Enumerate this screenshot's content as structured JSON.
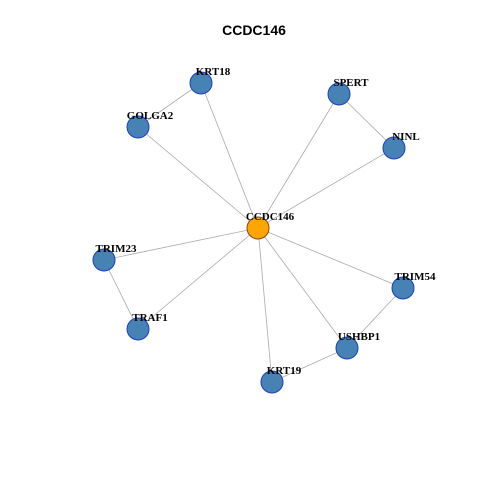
{
  "title": "CCDC146",
  "colors": {
    "hub_fill": "#FFA500",
    "hub_stroke": "#8B4513",
    "node_fill": "#4682B4",
    "node_stroke": "#1C3FBF",
    "edge": "#AAAAAA"
  },
  "nodes": [
    {
      "id": "CCDC146",
      "label": "CCDC146",
      "hub": true
    },
    {
      "id": "KRT18",
      "label": "KRT18",
      "hub": false
    },
    {
      "id": "SPERT",
      "label": "SPERT",
      "hub": false
    },
    {
      "id": "GOLGA2",
      "label": "GOLGA2",
      "hub": false
    },
    {
      "id": "NINL",
      "label": "NINL",
      "hub": false
    },
    {
      "id": "TRIM23",
      "label": "TRIM23",
      "hub": false
    },
    {
      "id": "TRIM54",
      "label": "TRIM54",
      "hub": false
    },
    {
      "id": "TRAF1",
      "label": "TRAF1",
      "hub": false
    },
    {
      "id": "USHBP1",
      "label": "USHBP1",
      "hub": false
    },
    {
      "id": "KRT19",
      "label": "KRT19",
      "hub": false
    }
  ],
  "edges": [
    [
      "CCDC146",
      "KRT18"
    ],
    [
      "CCDC146",
      "GOLGA2"
    ],
    [
      "CCDC146",
      "SPERT"
    ],
    [
      "CCDC146",
      "NINL"
    ],
    [
      "CCDC146",
      "TRIM23"
    ],
    [
      "CCDC146",
      "TRAF1"
    ],
    [
      "CCDC146",
      "TRIM54"
    ],
    [
      "CCDC146",
      "USHBP1"
    ],
    [
      "CCDC146",
      "KRT19"
    ],
    [
      "KRT18",
      "GOLGA2"
    ],
    [
      "SPERT",
      "NINL"
    ],
    [
      "TRIM23",
      "TRAF1"
    ],
    [
      "TRIM54",
      "USHBP1"
    ],
    [
      "USHBP1",
      "KRT19"
    ]
  ]
}
